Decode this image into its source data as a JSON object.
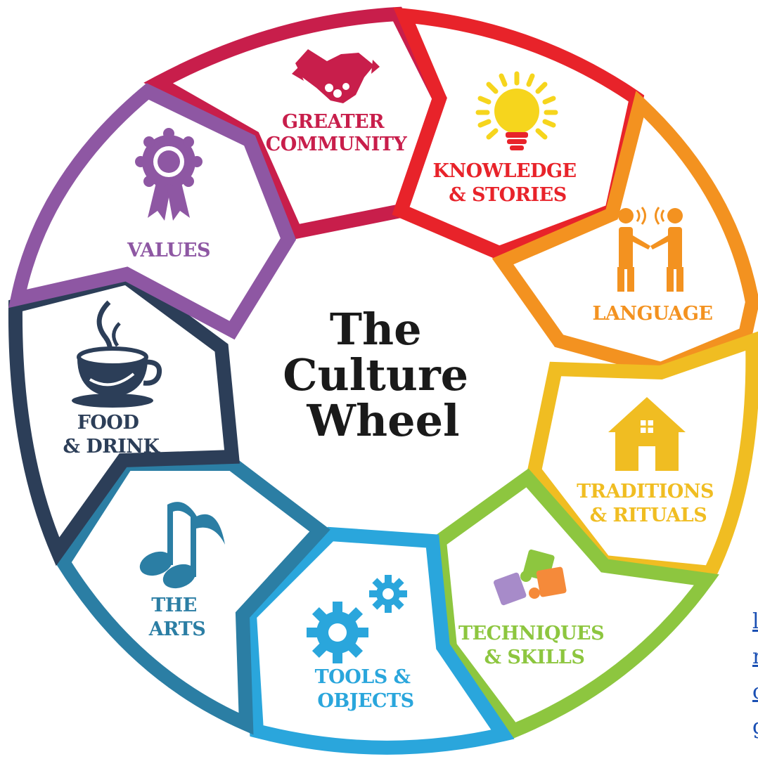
{
  "center": {
    "lines": [
      "The",
      "Culture",
      "Wheel"
    ]
  },
  "segments": [
    {
      "id": "greater-community",
      "lines": [
        "GREATER",
        "COMMUNITY"
      ],
      "icon": "handshake-icon",
      "color": "#c81e4b"
    },
    {
      "id": "knowledge-stories",
      "lines": [
        "KNOWLEDGE",
        "& STORIES"
      ],
      "icon": "lightbulb-icon",
      "color": "#e8232a"
    },
    {
      "id": "language",
      "lines": [
        "LANGUAGE"
      ],
      "icon": "people-talking-icon",
      "color": "#f39220"
    },
    {
      "id": "traditions-rituals",
      "lines": [
        "TRADITIONS",
        "& RITUALS"
      ],
      "icon": "house-icon",
      "color": "#f0bd22"
    },
    {
      "id": "techniques-skills",
      "lines": [
        "TECHNIQUES",
        "& SKILLS"
      ],
      "icon": "puzzle-icon",
      "color": "#8dc63f"
    },
    {
      "id": "tools-objects",
      "lines": [
        "TOOLS &",
        "OBJECTS"
      ],
      "icon": "gears-icon",
      "color": "#2aa6dc"
    },
    {
      "id": "the-arts",
      "lines": [
        "THE",
        "ARTS"
      ],
      "icon": "music-note-icon",
      "color": "#2b7ea4"
    },
    {
      "id": "food-drink",
      "lines": [
        "FOOD",
        "& DRINK"
      ],
      "icon": "coffee-cup-icon",
      "color": "#2c3e58"
    },
    {
      "id": "values",
      "lines": [
        "VALUES"
      ],
      "icon": "ribbon-award-icon",
      "color": "#8e57a3"
    }
  ],
  "edge_link": [
    "l",
    "r",
    "c",
    "g"
  ]
}
